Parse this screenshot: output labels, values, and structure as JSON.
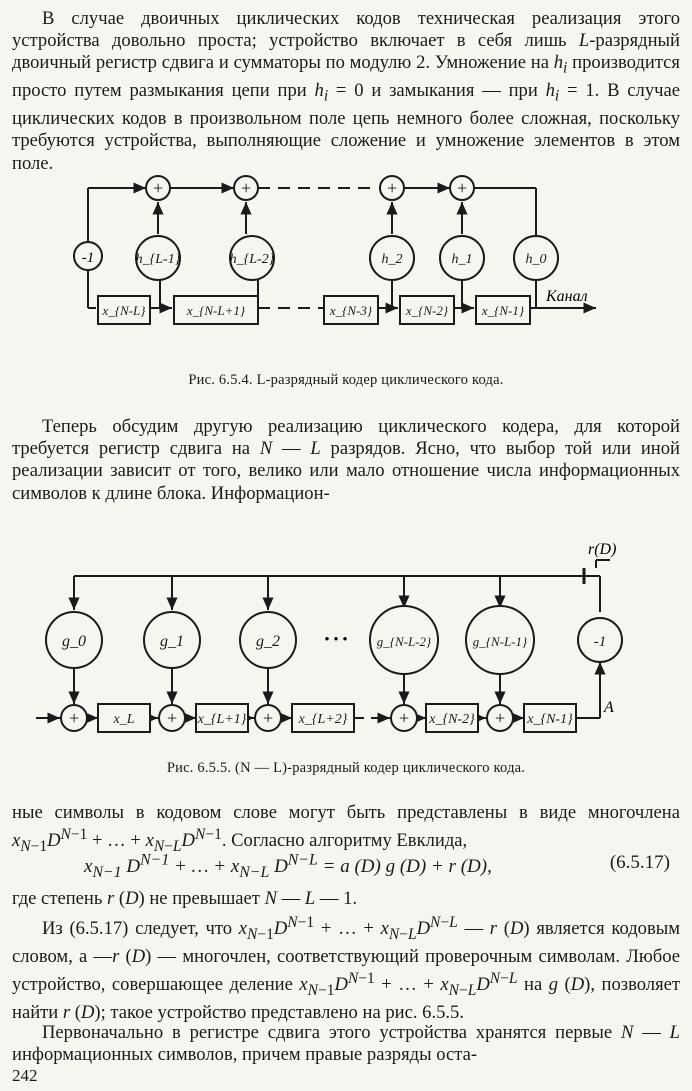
{
  "paragraphs": {
    "p1": "В случае двоичных циклических кодов техническая реализация этого устройства довольно проста; устройство включает в себя лишь L-разрядный двоичный регистр сдвига и сумматоры по модулю 2. Умножение на hᵢ производится просто путем размыкания цепи при hᵢ = 0 и замыкания — при hᵢ = 1. В случае циклических кодов в произвольном поле цепь немного более сложная, поскольку требуются устройства, выполняющие сложение и умножение элементов в этом поле.",
    "p2": "Теперь обсудим другую реализацию циклического кодера, для которой требуется регистр сдвига на N — L разрядов. Ясно, что выбор той или иной реализации зависит от того, велико или мало отношение числа информационных символов к длине блока. Информацион-",
    "p3": "ные символы в кодовом слове могут быть представлены в виде многочлена x_{N−1}D^{N−1} + … + x_{N−L}D^{N−1}. Согласно алгоритму Евклида,",
    "p4": "где степень r (D) не превышает N — L — 1.",
    "p5": "Из (6.5.17) следует, что x_{N−1}D^{N−1} + … + x_{N−L}D^{N−L} — r (D) является кодовым словом, а —r (D) — многочлен, соответствующий проверочным символам. Любое устройство, совершающее деление x_{N−1}D^{N−1} + … + x_{N−L}D^{N−L} на g (D), позволяет найти r (D); такое устройство представлено на рис. 6.5.5.",
    "p6": "Первоначально в регистре сдвига этого устройства хранятся первые N — L информационных символов, причем правые разряды оста-"
  },
  "equation": {
    "text": "x_{N−1} D^{N−1} + … + x_{N−L} D^{N−L} = a (D) g (D) + r (D),",
    "number": "(6.5.17)"
  },
  "figure1": {
    "caption": "Рис. 6.5.4. L-разрядный кодер циклического кода.",
    "multiplier_labels": [
      "h_{L-1}",
      "h_{L-2}",
      "h_2",
      "h_1",
      "h_0"
    ],
    "register_labels": [
      "x_{N-L}",
      "x_{N-L+1}",
      "x_{N-3}",
      "x_{N-2}",
      "x_{N-1}"
    ],
    "adder_symbol": "+",
    "minus_one": "-1",
    "output_label": "Канал"
  },
  "figure2": {
    "caption": "Рис. 6.5.5. (N — L)-разрядный кодер циклического кода.",
    "multiplier_labels": [
      "g_0",
      "g_1",
      "g_2",
      "g_{N-L-2}",
      "g_{N-L-1}"
    ],
    "register_labels": [
      "x_L",
      "x_{L+1}",
      "x_{L+2}",
      "x_{N-2}",
      "x_{N-1}"
    ],
    "adder_symbol": "+",
    "minus_one": "-1",
    "ellipsis": "• • •",
    "input_label": "r(D)",
    "output_label": "A"
  },
  "page_number": "242"
}
